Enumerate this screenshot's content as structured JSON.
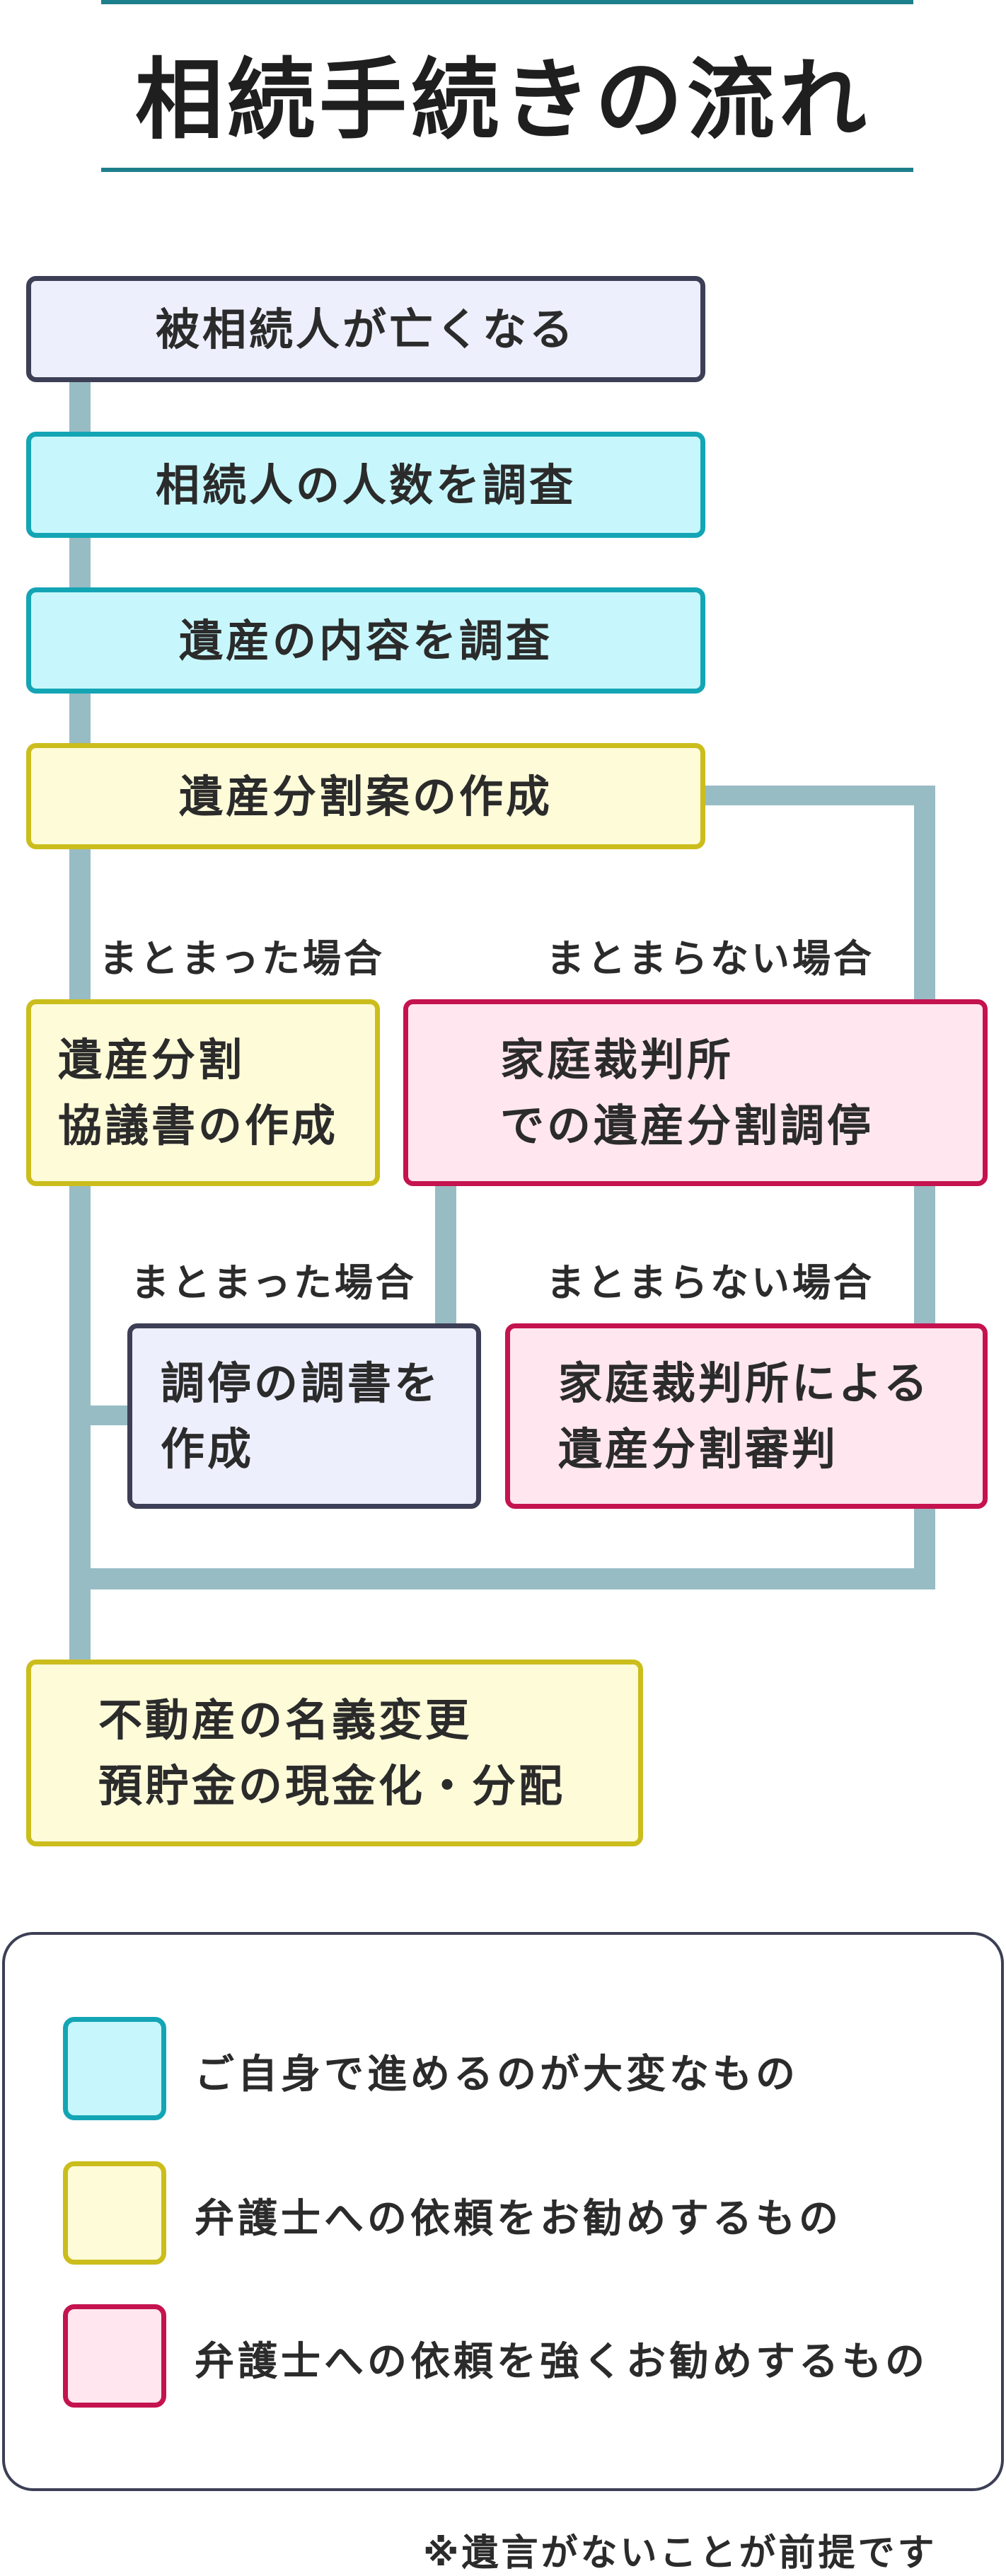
{
  "title": "相続手続きの流れ",
  "steps": {
    "death": "被相続人が亡くなる",
    "heirs": "相続人の人数を調査",
    "estate": "遺産の内容を調査",
    "draft": "遺産分割案の作成",
    "agreement": [
      "遺産分割",
      "協議書の作成"
    ],
    "mediation": [
      "家庭裁判所",
      "での遺産分割調停"
    ],
    "mediation_record": [
      "調停の調書を",
      "作成"
    ],
    "adjudication": [
      "家庭裁判所による",
      "遺産分割審判"
    ],
    "final": [
      "不動産の名義変更",
      "預貯金の現金化・分配"
    ]
  },
  "branch_labels": {
    "agreed_1": "まとまった場合",
    "not_agreed_1": "まとまらない場合",
    "agreed_2": "まとまった場合",
    "not_agreed_2": "まとまらない場合"
  },
  "legend": [
    {
      "text": "ご自身で進めるのが大変なもの",
      "fill": "#c7f7fc",
      "border": "#14a5b5"
    },
    {
      "text": "弁護士への依頼をお勧めするもの",
      "fill": "#fefbd8",
      "border": "#cbbd1c"
    },
    {
      "text": "弁護士への依頼を強くお勧めするもの",
      "fill": "#ffe6ef",
      "border": "#c4134f"
    }
  ],
  "note": "※遺言がないことが前提です"
}
